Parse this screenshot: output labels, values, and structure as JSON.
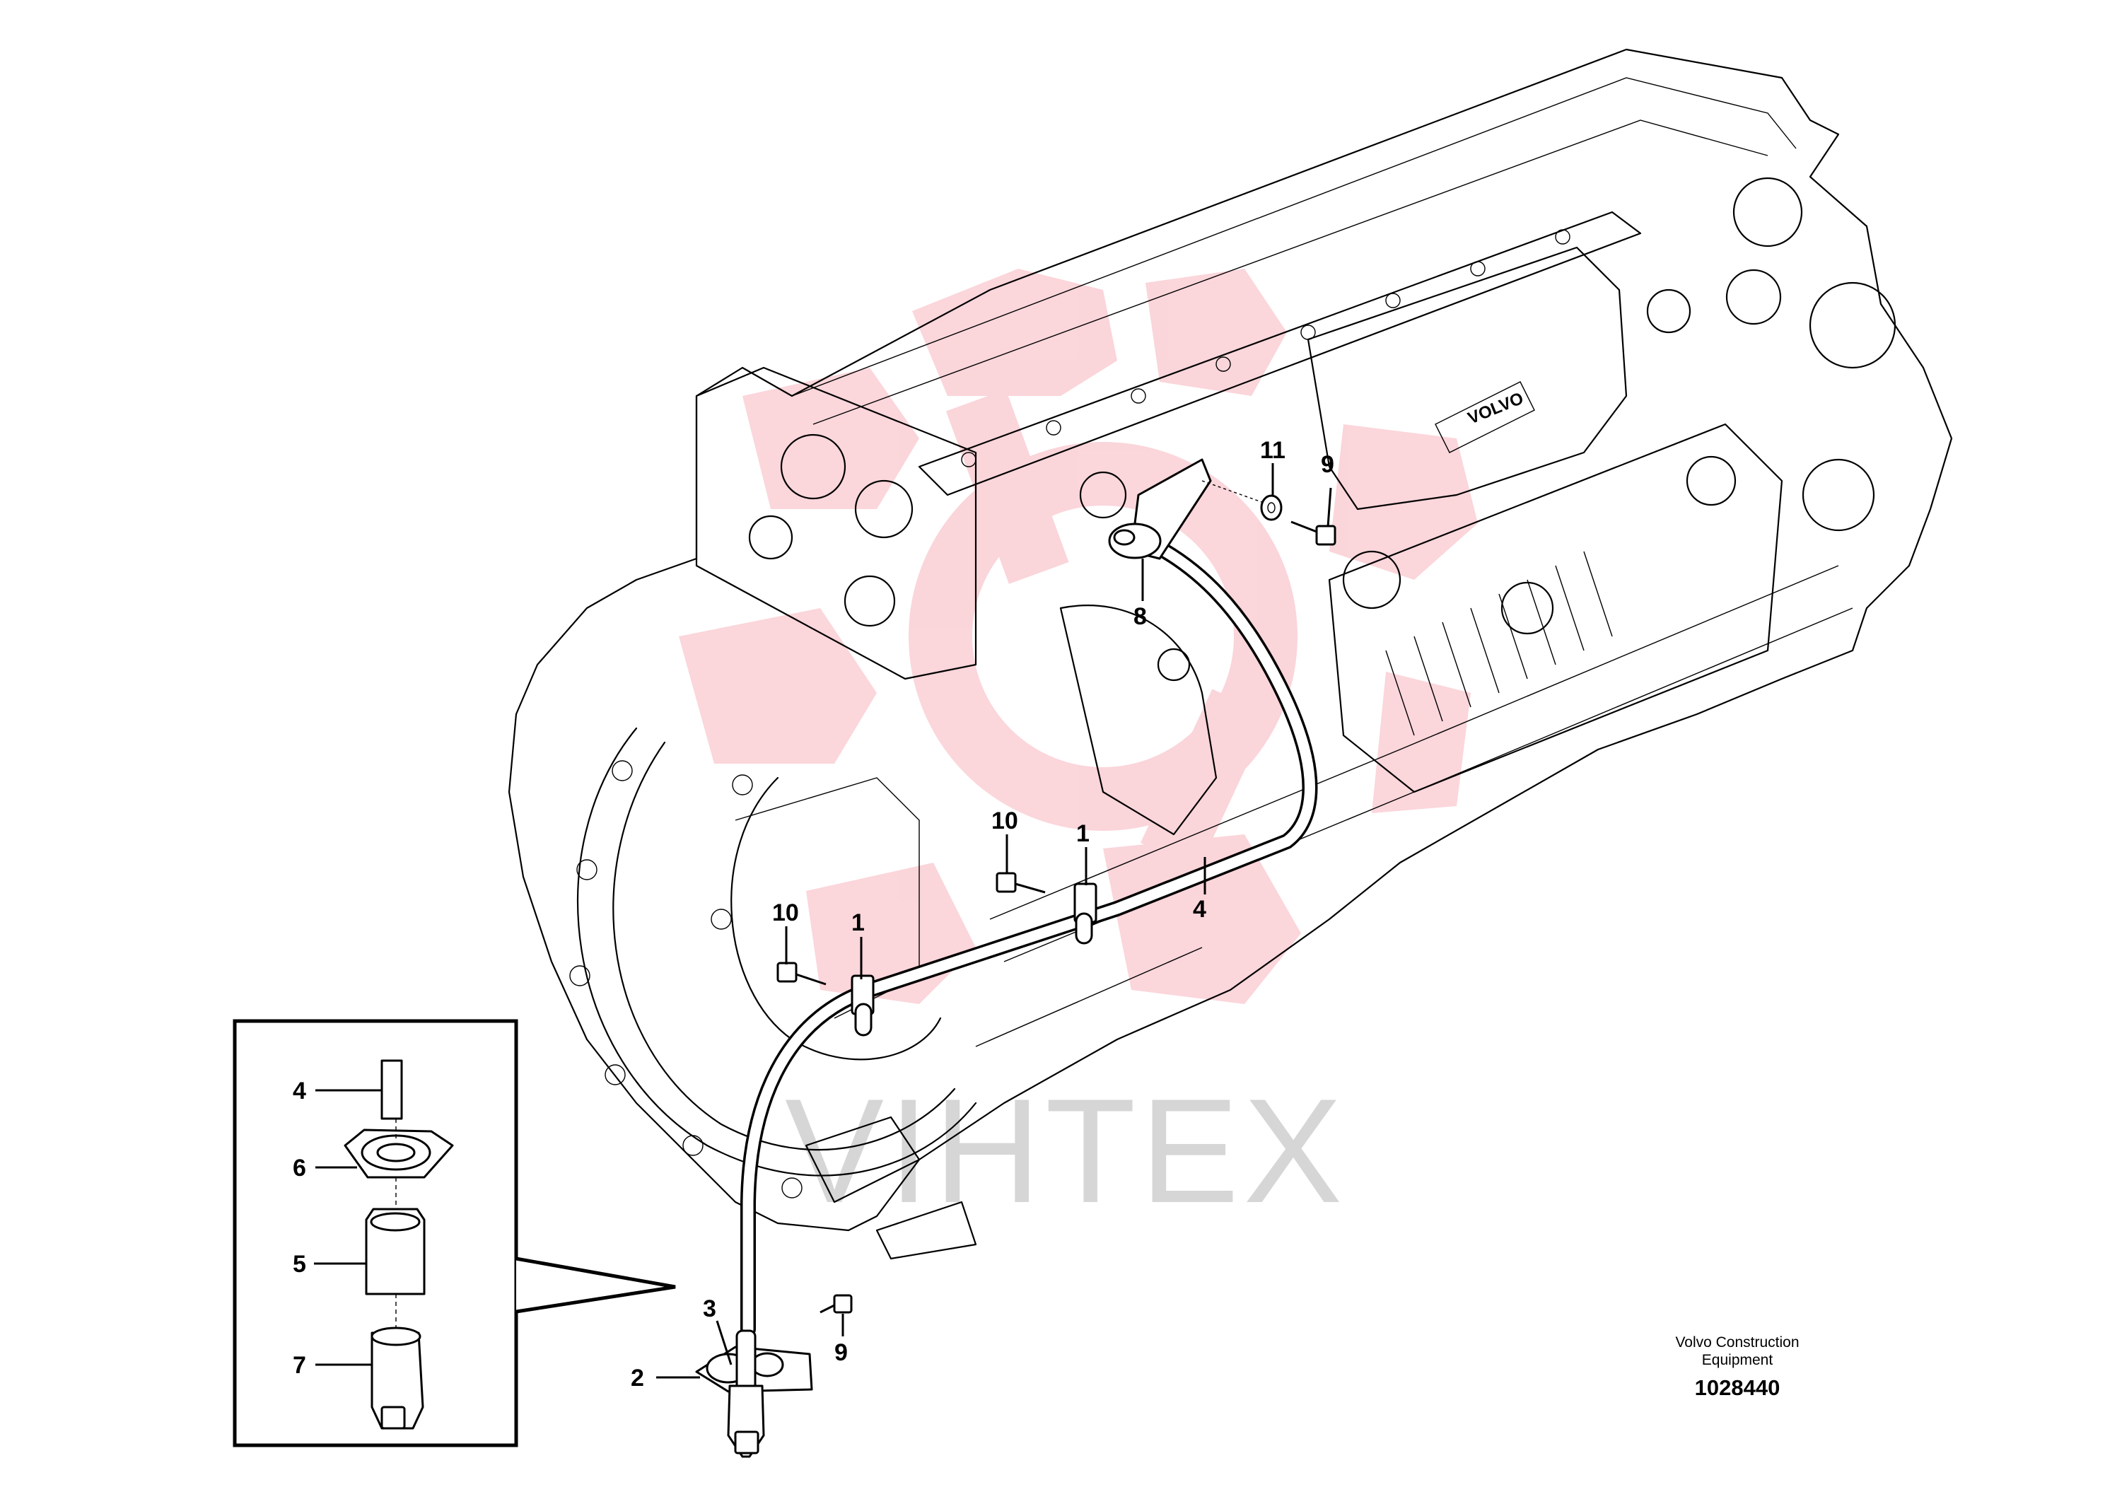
{
  "engine_badge": "VOLVO",
  "watermark": {
    "text": "VIHTEX"
  },
  "callouts": {
    "c1a": "1",
    "c1b": "1",
    "c2": "2",
    "c3": "3",
    "c4a": "4",
    "c4b": "4",
    "c5": "5",
    "c6": "6",
    "c7": "7",
    "c8": "8",
    "c9a": "9",
    "c9b": "9",
    "c10a": "10",
    "c10b": "10",
    "c11": "11"
  },
  "caption": {
    "line1": "Volvo Construction",
    "line2": "Equipment",
    "document_number": "1028440"
  }
}
